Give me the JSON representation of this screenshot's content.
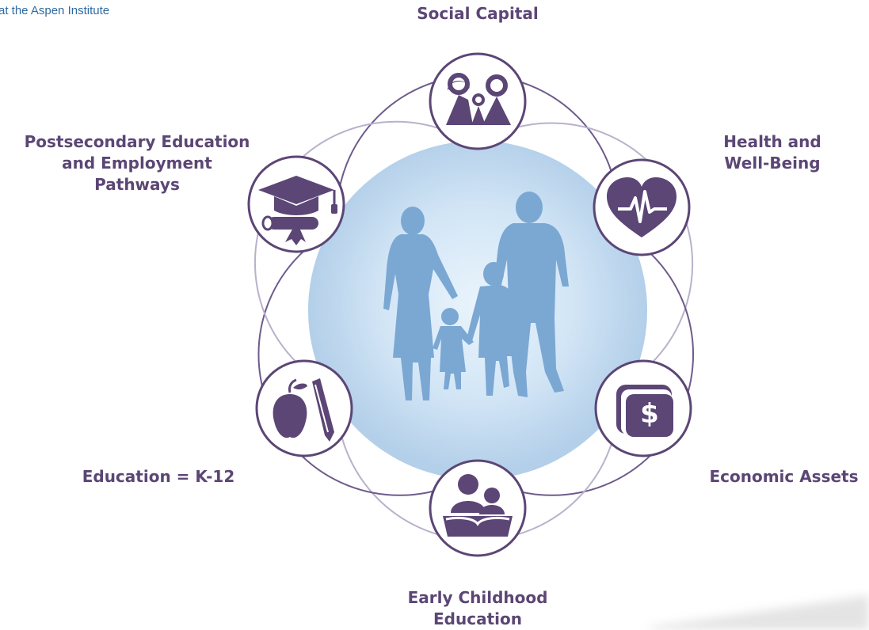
{
  "header": {
    "org_text": "at the Aspen Institute"
  },
  "hub": {
    "image": "family-silhouette"
  },
  "nodes": [
    {
      "key": "social",
      "icon": "social-capital-people-icon",
      "lines": [
        "Social Capital"
      ]
    },
    {
      "key": "health",
      "icon": "heart-pulse-icon",
      "lines": [
        "Health and",
        "Well-Being"
      ]
    },
    {
      "key": "economic",
      "icon": "dollar-bill-icon",
      "lines": [
        "Economic Assets"
      ]
    },
    {
      "key": "early",
      "icon": "parent-child-reading-icon",
      "lines": [
        "Early Childhood",
        "Education"
      ]
    },
    {
      "key": "k12",
      "icon": "apple-pen-icon",
      "lines": [
        "Education = K-12"
      ]
    },
    {
      "key": "post",
      "icon": "graduation-cap-diploma-icon",
      "lines": [
        "Postsecondary Education",
        "and Employment",
        "Pathways"
      ]
    }
  ],
  "colors": {
    "accent": "#5b4675",
    "ring": "#b9b1cc",
    "hub_center": "#e8f3fb",
    "hub_edge": "#b7d2ec",
    "silhouette": "#7ba7d3",
    "org_text": "#2e6aa0"
  }
}
